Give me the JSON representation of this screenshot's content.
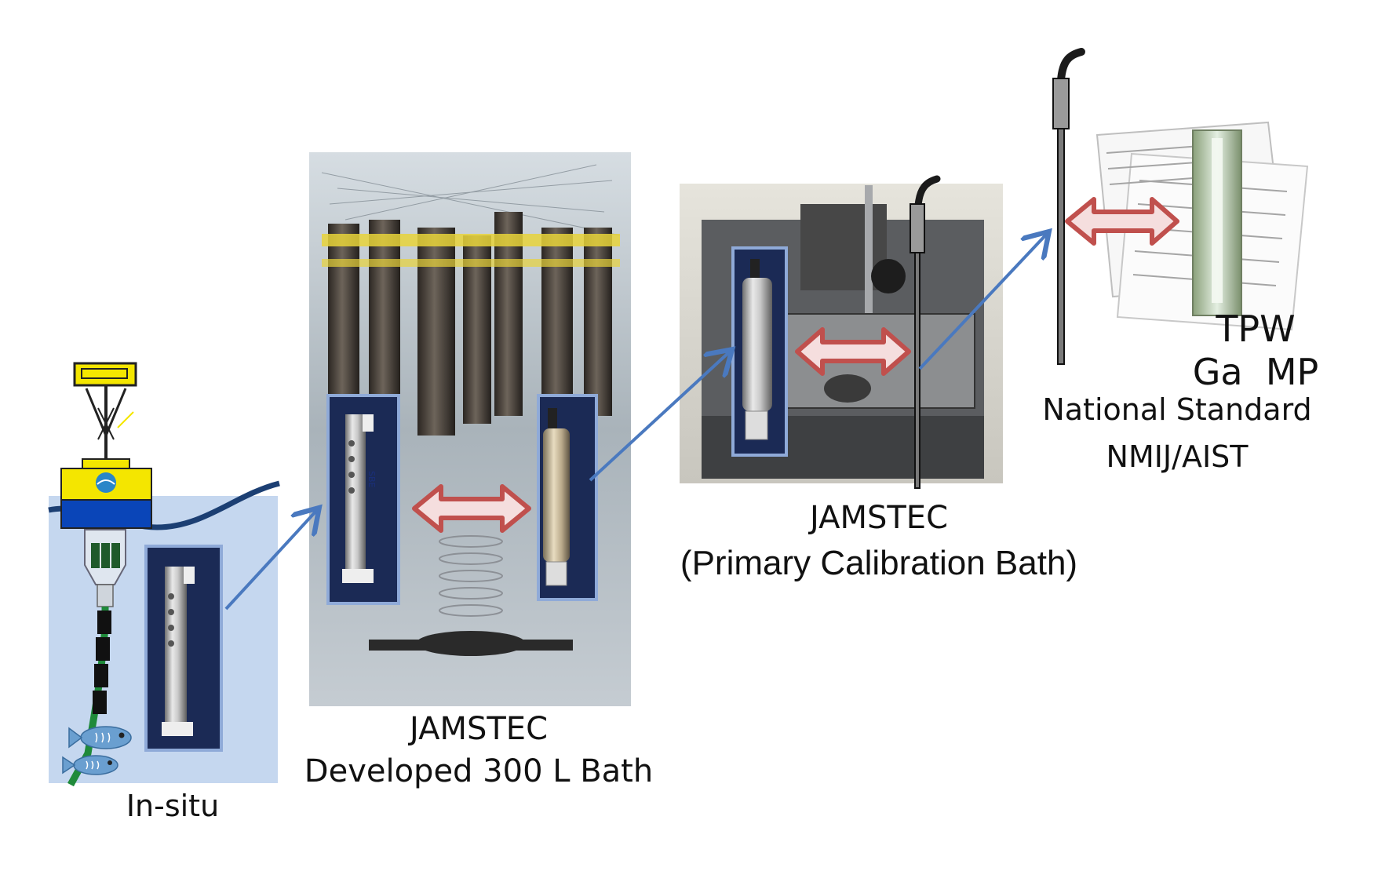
{
  "labels": {
    "in_situ": "In-situ",
    "bath300_line1": "JAMSTEC",
    "bath300_line2": "Developed 300 L Bath",
    "primary_line1": "JAMSTEC",
    "primary_line2": "(Primary Calibration Bath)",
    "national_line1": "National Standard",
    "national_line2": "NMIJ/AIST",
    "tpw": "TPW",
    "ga_mp": "Ga  MP"
  },
  "sbe_text": "SBE",
  "colors": {
    "ocean_panel": "#c5d7ef",
    "wave": "#1c3f73",
    "buoy_yellow": "#f4e600",
    "buoy_blue": "#0a45b8",
    "arrow_blue": "#4a79bf",
    "double_arrow_fill": "#f5dede",
    "double_arrow_stroke": "#c0504d",
    "photo_frame": "#8faad8"
  }
}
